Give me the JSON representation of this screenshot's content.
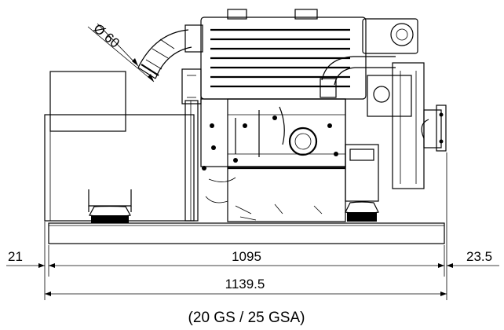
{
  "dimensions": {
    "diameter": "Ø 60",
    "left_offset": "21",
    "base_length": "1095",
    "right_offset": "23.5",
    "overall_length": "1139.5"
  },
  "caption": "(20 GS / 25 GSA)"
}
